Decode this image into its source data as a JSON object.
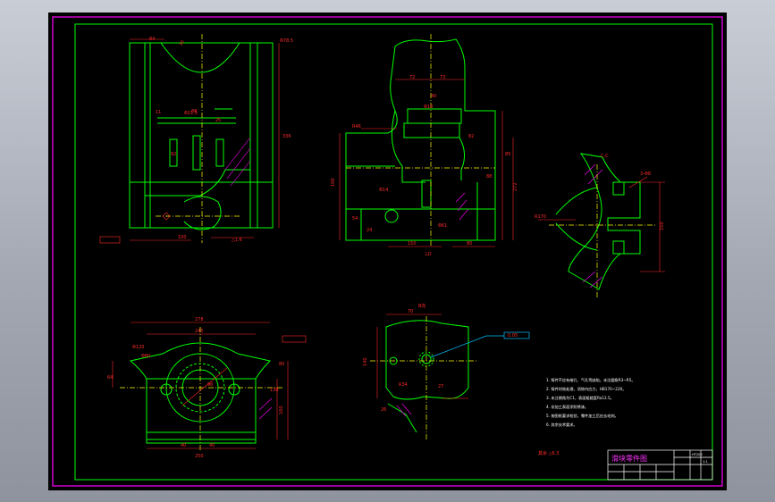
{
  "colors": {
    "background": "#000000",
    "border_outer": "#ff00ff",
    "border_inner": "#00ff00",
    "outline": "#00ff00",
    "dimension": "#ff2a2a",
    "centerline": "#ffff00",
    "hatch": "#ff00ff",
    "leader": "#00c0ff",
    "text": "#ffffff"
  },
  "front_view": {
    "dims": [
      "84",
      "Φ78.5",
      "30",
      "Φ21.5",
      "92",
      "25",
      "88",
      "11",
      "336",
      "100",
      "△1.6"
    ]
  },
  "side_view": {
    "dims": [
      "72",
      "73",
      "40",
      "Φ18",
      "R46",
      "100",
      "82",
      "Φ14",
      "54",
      "150",
      "80",
      "88",
      "85",
      "272",
      "Φ61",
      "24"
    ],
    "label": "LD"
  },
  "section_view": {
    "label": "C-C",
    "dims": [
      "R170",
      "3-Φ8",
      "150"
    ]
  },
  "top_view": {
    "dims": [
      "278",
      "245",
      "Φ120",
      "Φ80",
      "64",
      "80",
      "40",
      "40",
      "160",
      "138",
      "96",
      "250"
    ]
  },
  "detail_view": {
    "label": "B向",
    "dims": [
      "70",
      "140",
      "R34",
      "27",
      "26"
    ],
    "tolerance_label": "0.05"
  },
  "technical_notes": [
    "1. 铸件不应有缩孔、气孔等缺陷，未注圆角R3~R5。",
    "2. 铸件时效处理，消除内应力，HB170~220。",
    "3. 未注倒角为C1，表面粗糙度Ra12.5。",
    "4. 非加工表面涂防锈漆。",
    "5. 按图纸要求检验，零件加工后应去毛刺。",
    "6. 其余技术要求。"
  ],
  "roughness_label": "其余 △6.3",
  "title_block": {
    "title": "滑块零件图",
    "material": "HT200",
    "scale": "1:1"
  }
}
